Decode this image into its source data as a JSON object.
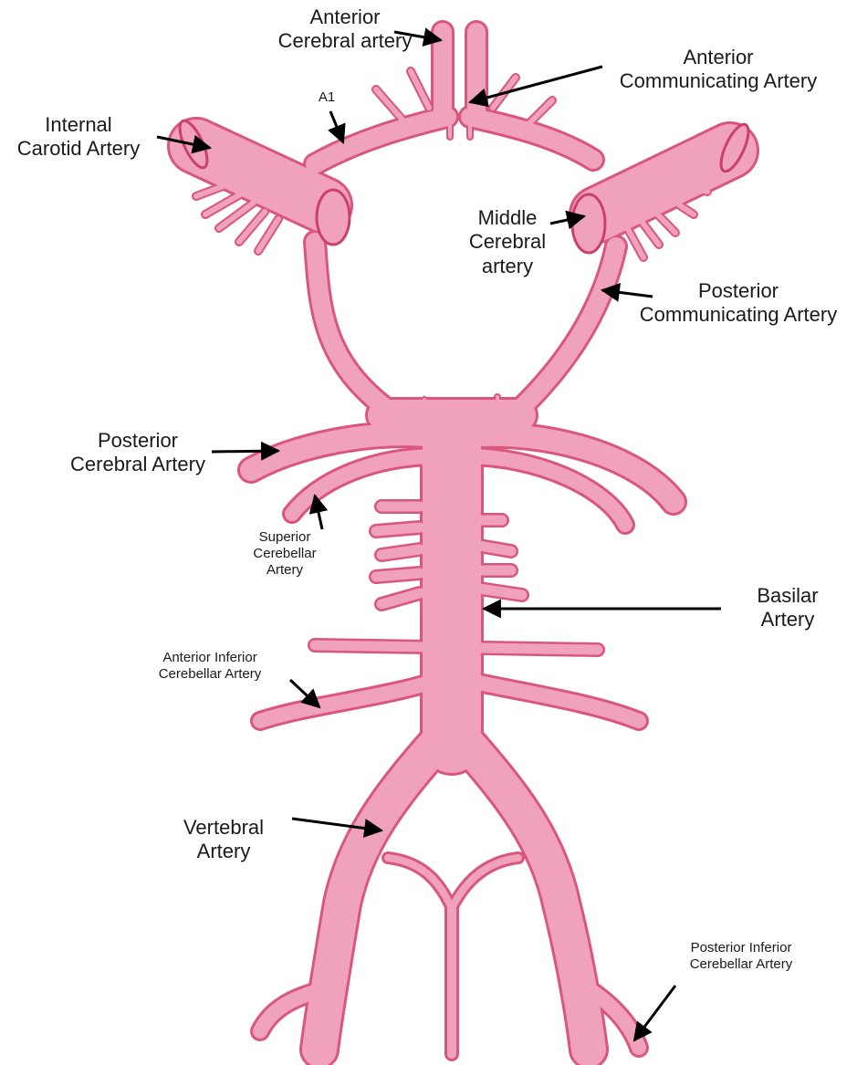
{
  "labels": {
    "anterior_cerebral": [
      "Anterior",
      "Cerebral artery"
    ],
    "anterior_communicating": [
      "Anterior",
      "Communicating Artery"
    ],
    "a1": "A1",
    "internal_carotid": [
      "Internal",
      "Carotid Artery"
    ],
    "middle_cerebral": [
      "Middle",
      "Cerebral",
      "artery"
    ],
    "posterior_communicating": [
      "Posterior",
      "Communicating Artery"
    ],
    "posterior_cerebral": [
      "Posterior",
      "Cerebral Artery"
    ],
    "superior_cerebellar": [
      "Superior",
      "Cerebellar",
      "Artery"
    ],
    "basilar": [
      "Basilar",
      "Artery"
    ],
    "anterior_inferior_cerebellar": [
      "Anterior Inferior",
      "Cerebellar Artery"
    ],
    "vertebral": [
      "Vertebral",
      "Artery"
    ],
    "posterior_inferior_cerebellar": [
      "Posterior Inferior",
      "Cerebellar Artery"
    ]
  },
  "colors": {
    "vessel_fill": "#f0a2bb",
    "vessel_edge": "#d9567e",
    "arrow": "#000000",
    "text": "#1a1a1a"
  }
}
